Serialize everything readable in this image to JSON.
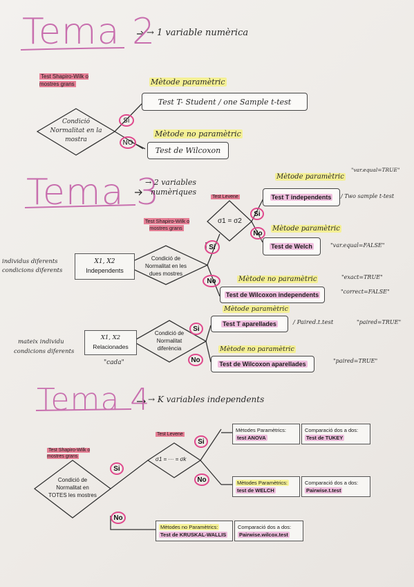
{
  "tema2": {
    "title": "Tema 2",
    "subtitle": "→ 1 variable numèrica",
    "shapiro": "Test Shapiro-Wilk o mostres grans",
    "condition": "Condició Normalitat en la mostra",
    "si": "Si",
    "no": "NO",
    "param_label": "Mètode paramètric",
    "param_test": "Test T- Student / one Sample t-test",
    "nonparam_label": "Mètode no paramètric",
    "nonparam_test": "Test de Wilcoxon"
  },
  "tema3": {
    "title": "Tema 3",
    "subtitle_line1": "→ 2 variables",
    "subtitle_line2": "numèriques",
    "shapiro": "Test Shapiro-Wilk o mostres grans",
    "levene": "Test Levene",
    "sigma_eq": "σ1 = σ2",
    "left_note1_line1": "individus diferents",
    "left_note1_line2": "condicions diferents",
    "vars1": "X1, X2",
    "indep": "Independents",
    "cond1": "Condició de Normalitat en les dues mostres",
    "si": "Si",
    "no": "No",
    "param1": "Mètode paramètric",
    "ttest_indep": "Test T independents",
    "two_sample": "/ Two sample t-test",
    "var_equal_true": "\"var.equal=TRUE\"",
    "param2": "Mètode paramètric",
    "welch": "Test de Welch",
    "var_equal_false": "\"var.equal=FALSE\"",
    "nonparam1": "Mètode no paramètric",
    "wilcox_indep": "Test de Wilcoxon independents",
    "exact_true": "\"exact=TRUE\"",
    "correct_false": "\"correct=FALSE\"",
    "left_note2_line1": "mateix individu",
    "left_note2_line2": "condicions diferents",
    "vars2": "X1, X2",
    "relacionades": "Relacionades",
    "cada": "\"cada\"",
    "cond2": "Condició de Normalitat diferència",
    "param3": "Mètode paramètric",
    "ttest_apar": "Test T aparellades",
    "paired_t": "/ Paired.t.test",
    "paired_true1": "\"paired=TRUE\"",
    "nonparam2": "Mètode no paramètric",
    "wilcox_apar": "Test de Wilcoxon aparellades",
    "paired_true2": "\"paired=TRUE\""
  },
  "tema4": {
    "title": "Tema 4",
    "subtitle": "→ K variables independents",
    "shapiro": "Test Shapiro-Wilk o mostres grans",
    "levene": "Test Levene",
    "sigma_eq": "σ1 = ··· = σk",
    "cond": "Condició de Normalitat en TOTES les mostres",
    "si": "Si",
    "no": "No",
    "anova_label": "Mètodes Paramètrics:",
    "anova_test": "test ANOVA",
    "anova_cmp_label": "Comparació dos a dos:",
    "anova_cmp": "Test de TUKEY",
    "welch_label": "Mètodes Paramètrics:",
    "welch_test": "test de WELCH",
    "welch_cmp_label": "Comparació dos a dos:",
    "welch_cmp": "Pairwise.t.test",
    "kw_label": "Mètodes no Paramètrics:",
    "kw_test": "Test de KRUSKAL-WALLIS",
    "kw_cmp_label": "Comparació dos a dos:",
    "kw_cmp": "Pairwise.wilcox.test"
  },
  "colors": {
    "tema": "#c86fae",
    "circle": "#e0488c",
    "highlight_pink": "#e68cc8",
    "highlight_yellow": "#f5f078"
  }
}
